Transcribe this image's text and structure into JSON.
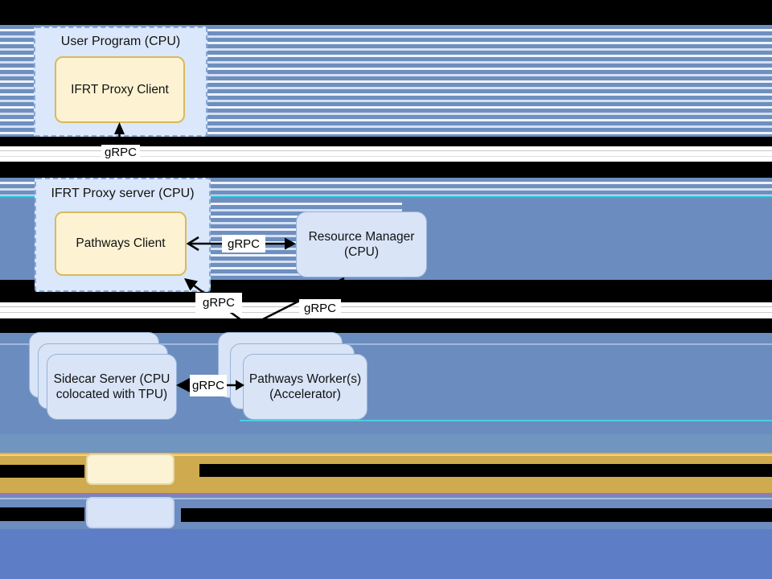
{
  "nodes": {
    "user_program_title": "User Program (CPU)",
    "ifrt_proxy_client": "IFRT Proxy Client",
    "proxy_server_title": "IFRT Proxy server (CPU)",
    "pathways_client": "Pathways Client",
    "resource_manager_line1": "Resource Manager",
    "resource_manager_line2": "(CPU)",
    "sidecar_line1": "Sidecar Server (CPU",
    "sidecar_line2": "colocated with TPU)",
    "workers_line1": "Pathways Worker(s)",
    "workers_line2": "(Accelerator)"
  },
  "edges": {
    "grpc_top": "gRPC",
    "grpc_client_rm": "gRPC",
    "grpc_client_workers": "gRPC",
    "grpc_rm_workers": "gRPC",
    "grpc_sidecar_workers": "gRPC"
  },
  "colors": {
    "stripe_blue": "#6e8fc0",
    "stripe_white": "#eef3fb",
    "stripe_pale_blue": "#d4e0f2",
    "solid_blue": "#6b8cbe",
    "gray_blue": "#7095bf",
    "bottom_blue": "#5d7ec6",
    "gold_band": "#cfaa4e",
    "purple_line": "#8a7cc0",
    "container_fill": "#dbe8fb",
    "node_yellow_fill": "#fdf3d3",
    "node_blue_fill": "#d9e4f7",
    "black_band": "#000000"
  }
}
